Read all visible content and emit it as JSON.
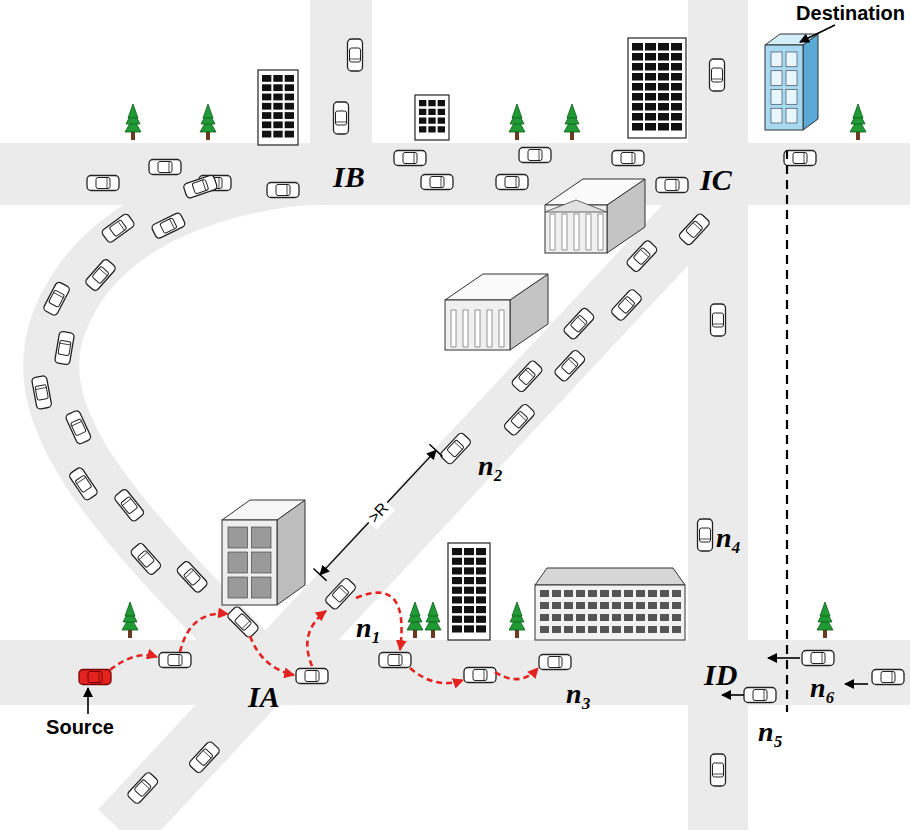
{
  "diagram": {
    "labels": [
      "Destination",
      "IB",
      "IC",
      "n₂",
      "n₄",
      "n₁",
      "IA",
      "n₃",
      "ID",
      "n₆",
      "n₅",
      "Source",
      ">R"
    ]
  }
}
